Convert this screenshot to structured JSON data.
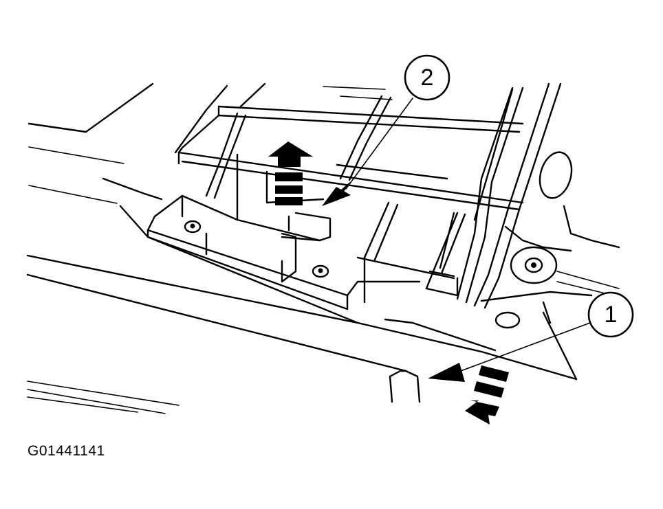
{
  "figure": {
    "id_code": "G01441141",
    "callouts": [
      {
        "label": "1"
      },
      {
        "label": "2"
      }
    ]
  },
  "colors": {
    "line": "#000000",
    "background": "#ffffff"
  }
}
